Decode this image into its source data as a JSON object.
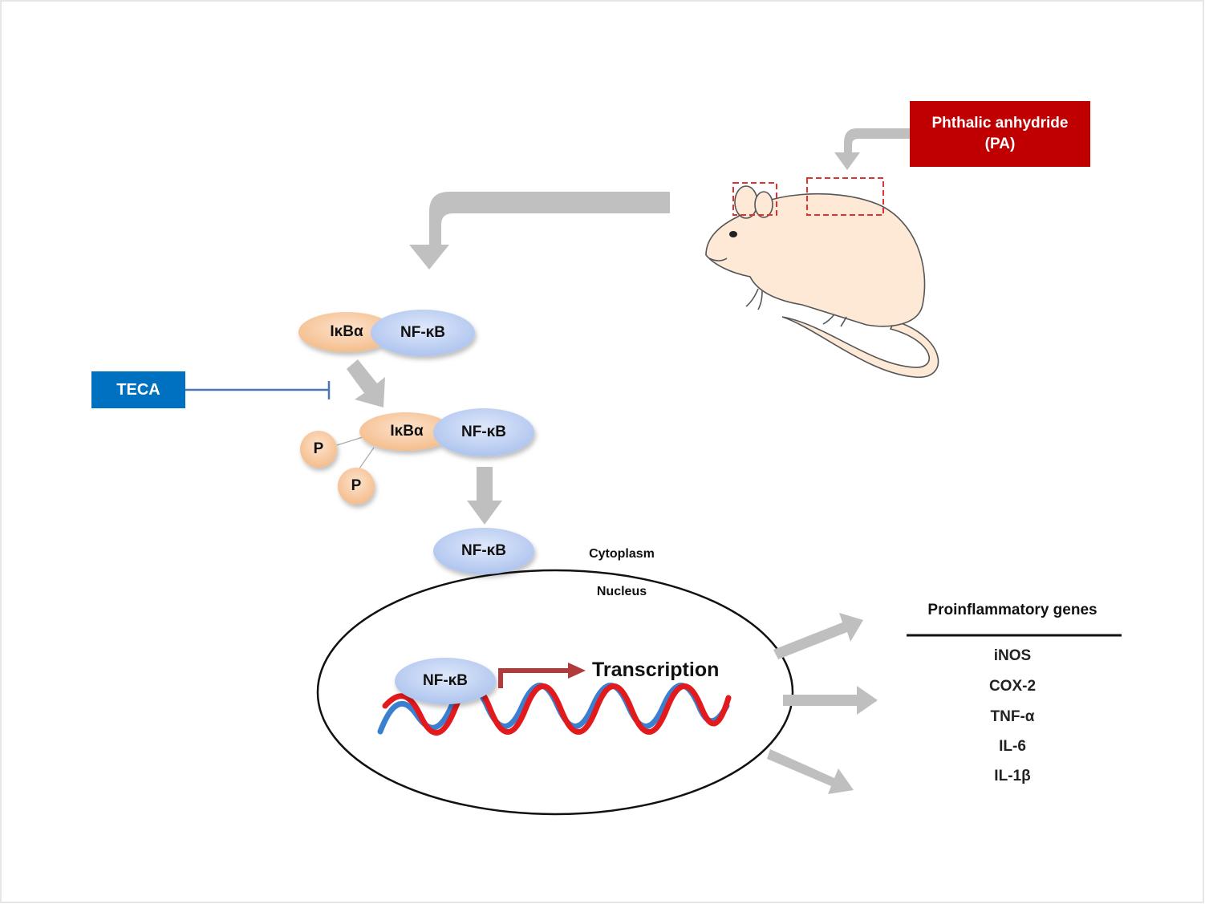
{
  "stimulus": {
    "label_line1": "Phthalic anhydride",
    "label_line2": "(PA)"
  },
  "inhibitor": {
    "label": "TECA"
  },
  "complex1": {
    "ikba": "IκBα",
    "nfkb": "NF-κB"
  },
  "complex2": {
    "ikba": "IκBα",
    "nfkb": "NF-κB",
    "phospho": "P"
  },
  "free_nfkb": "NF-κB",
  "compartments": {
    "cytoplasm": "Cytoplasm",
    "nucleus": "Nucleus"
  },
  "nuclear_nfkb": "NF-κB",
  "transcription": "Transcription",
  "genes": {
    "title": "Proinflammatory genes",
    "items": [
      "iNOS",
      "COX-2",
      "TNF-α",
      "IL-6",
      "IL-1β"
    ]
  },
  "colors": {
    "pa_box": "#c00000",
    "teca_box": "#0070c0",
    "ikba": "#f7c9a0",
    "nfkb": "#bcd0f2",
    "arrow_gray": "#bfbfbf",
    "dna_red": "#e31a1c",
    "dna_blue": "#3a7fd0",
    "transcription_arrow": "#b33a3a"
  }
}
